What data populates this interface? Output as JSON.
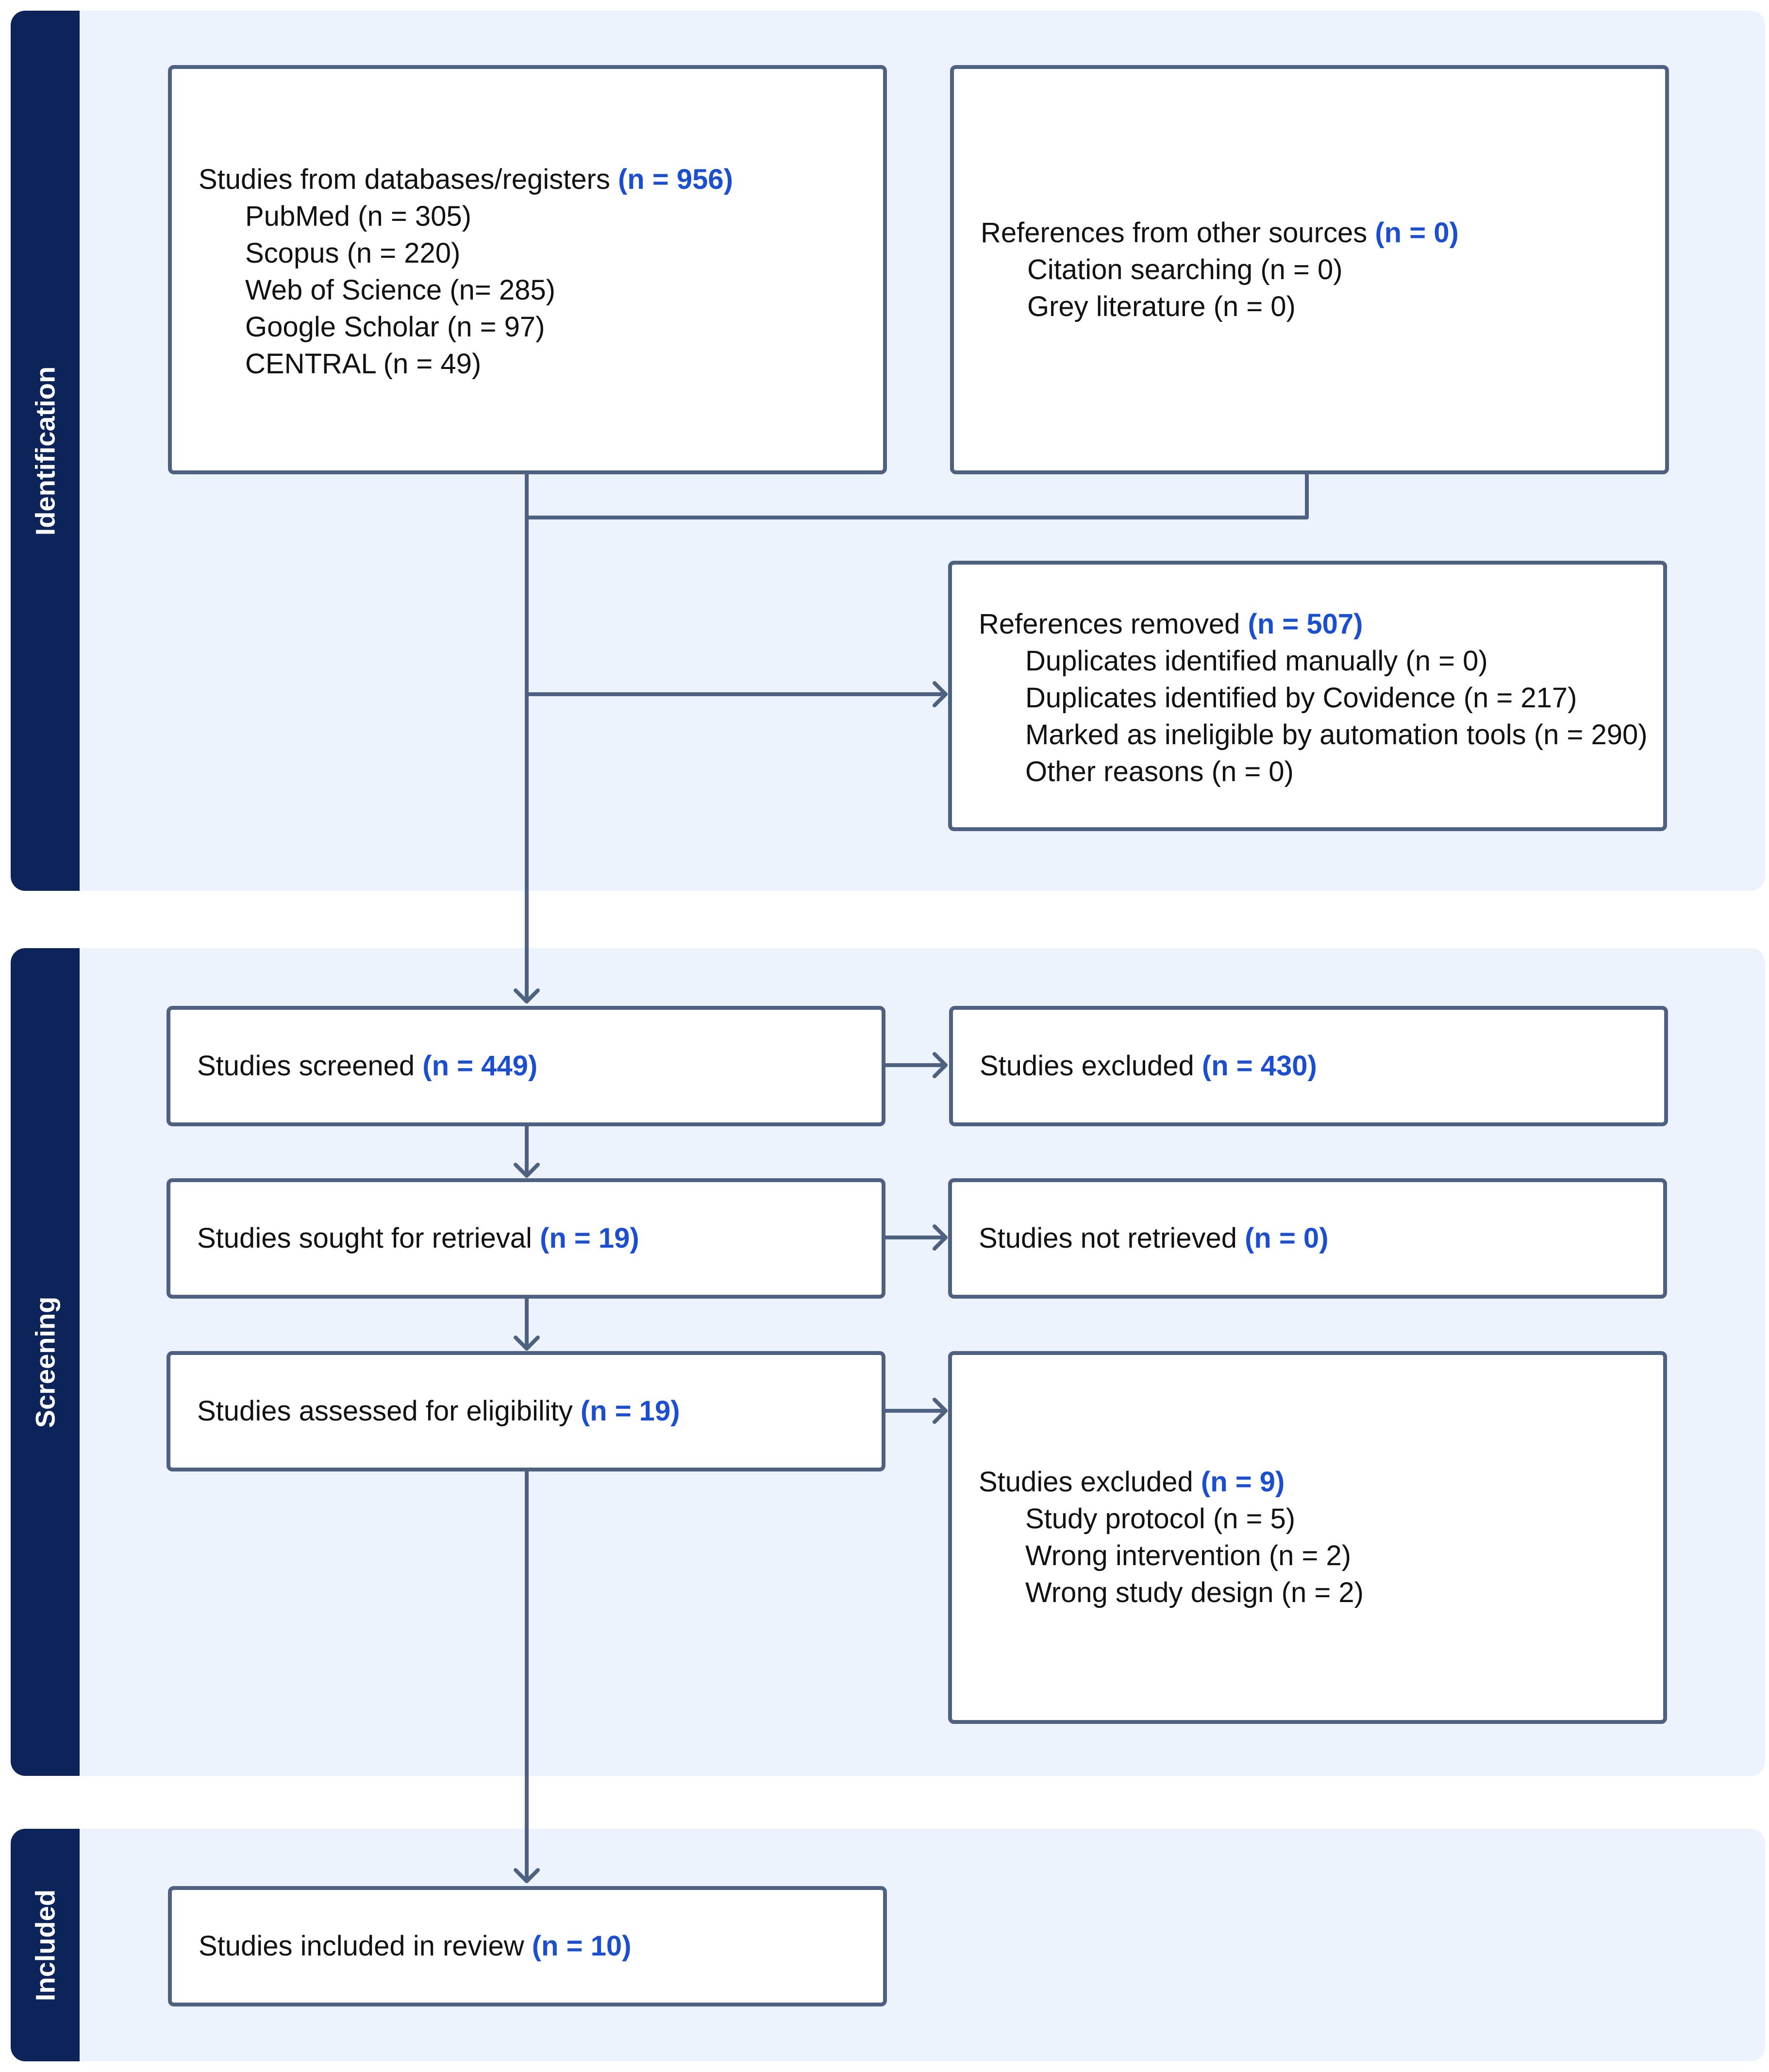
{
  "phases": {
    "identification": "Identification",
    "screening": "Screening",
    "included": "Included"
  },
  "boxes": {
    "databases": {
      "title": "Studies from databases/registers",
      "n": "(n = 956)",
      "items": [
        "PubMed (n = 305)",
        "Scopus (n = 220)",
        "Web of Science (n= 285)",
        "Google Scholar (n = 97)",
        "CENTRAL (n = 49)"
      ]
    },
    "other_sources": {
      "title": "References from other sources",
      "n": "(n = 0)",
      "items": [
        "Citation searching (n = 0)",
        "Grey literature (n = 0)"
      ]
    },
    "removed": {
      "title": "References removed",
      "n": "(n = 507)",
      "items": [
        "Duplicates identified manually (n = 0)",
        "Duplicates identified by Covidence (n = 217)",
        "Marked as ineligible by automation tools (n = 290)",
        "Other reasons (n = 0)"
      ]
    },
    "screened": {
      "title": "Studies screened",
      "n": "(n = 449)"
    },
    "excluded_screen": {
      "title": "Studies excluded",
      "n": "(n = 430)"
    },
    "sought": {
      "title": "Studies sought for retrieval",
      "n": "(n = 19)"
    },
    "not_retrieved": {
      "title": "Studies not retrieved",
      "n": "(n = 0)"
    },
    "assessed": {
      "title": "Studies assessed for eligibility",
      "n": "(n = 19)"
    },
    "excluded_elig": {
      "title": "Studies excluded",
      "n": "(n = 9)",
      "items": [
        "Study protocol (n = 5)",
        "Wrong intervention (n = 2)",
        "Wrong study design (n = 2)"
      ]
    },
    "included": {
      "title": "Studies included in review",
      "n": "(n = 10)"
    }
  },
  "colors": {
    "phase_bar": "#0c2459",
    "phase_bg": "#edf3fc",
    "box_border": "#4e6180",
    "count_highlight": "#1c4fd0"
  }
}
